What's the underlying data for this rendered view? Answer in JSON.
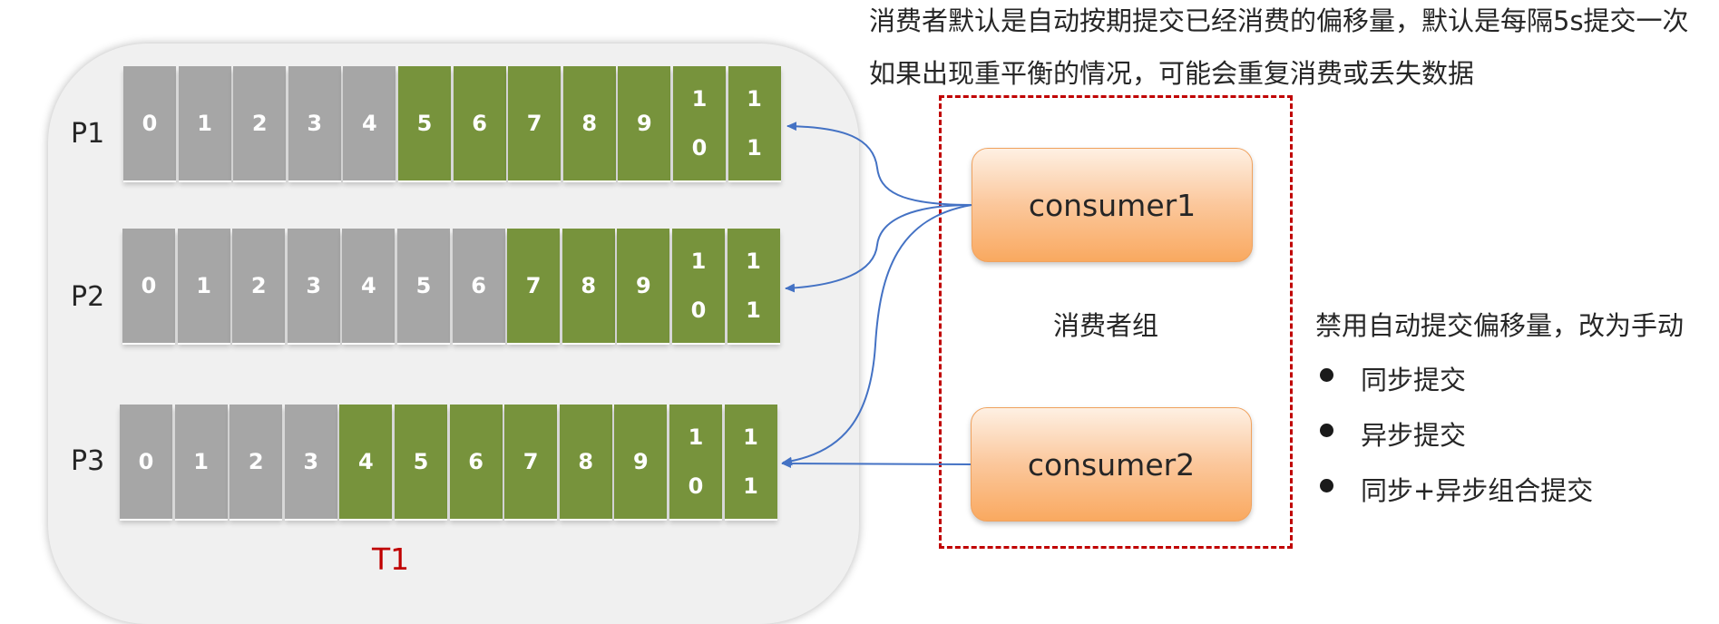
{
  "notes": {
    "line1": "消费者默认是自动按期提交已经消费的偏移量，默认是每隔5s提交一次",
    "line2": "如果出现重平衡的情况，可能会重复消费或丢失数据"
  },
  "topic": {
    "label": "T1",
    "partitions": [
      {
        "label": "P1",
        "offsets": [
          "0",
          "1",
          "2",
          "3",
          "4",
          "5",
          "6",
          "7",
          "8",
          "9",
          "1\n0",
          "1\n1"
        ],
        "first_green": 5
      },
      {
        "label": "P2",
        "offsets": [
          "0",
          "1",
          "2",
          "3",
          "4",
          "5",
          "6",
          "7",
          "8",
          "9",
          "1\n0",
          "1\n1"
        ],
        "first_green": 7
      },
      {
        "label": "P3",
        "offsets": [
          "0",
          "1",
          "2",
          "3",
          "4",
          "5",
          "6",
          "7",
          "8",
          "9",
          "1\n0",
          "1\n1"
        ],
        "first_green": 4
      }
    ]
  },
  "consumer_group": {
    "label": "消费者组",
    "consumers": [
      {
        "name": "consumer1"
      },
      {
        "name": "consumer2"
      }
    ]
  },
  "manual_commit": {
    "heading": "禁用自动提交偏移量，改为手动",
    "options": [
      "同步提交",
      "异步提交",
      "同步+异步组合提交"
    ]
  },
  "colors": {
    "consumed": "#77933c",
    "unconsumed": "#a6a6a6",
    "group_border": "#c00000",
    "arrow": "#4472c4",
    "topic_label": "#c00000"
  }
}
